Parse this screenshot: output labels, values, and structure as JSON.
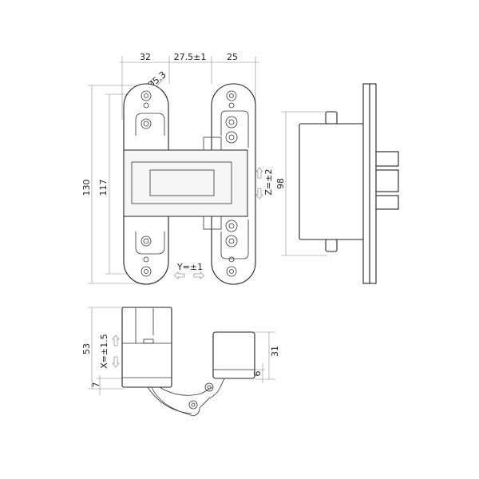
{
  "title": "Concealed hinge dimension drawing",
  "front_view": {
    "dim_width_left": "32",
    "dim_gap": "27.5±1",
    "dim_width_right": "25",
    "dim_hole": "Ø5.3",
    "dim_total_height": "130",
    "dim_hole_spacing": "117",
    "adjust_y": "Y=±1",
    "adjust_z": "Z=±2"
  },
  "side_view": {
    "dim_body_height": "98"
  },
  "bottom_view": {
    "dim_depth": "53",
    "dim_offset": "7",
    "adjust_x": "X=±1.5",
    "dim_right_depth": "31",
    "dim_right_offset": "6"
  }
}
